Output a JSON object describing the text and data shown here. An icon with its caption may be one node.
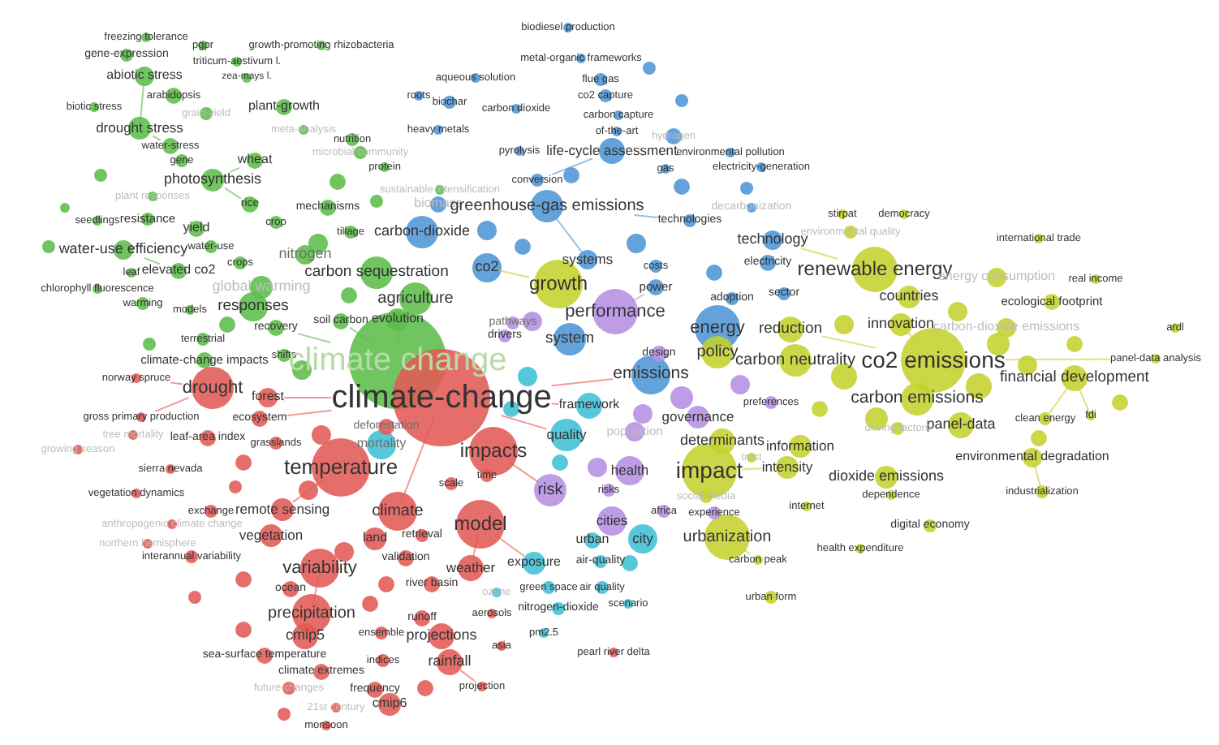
{
  "diagram": {
    "nodes": [
      {
        "text": [
          "biodiesel production"
        ]
      },
      {
        "text": [
          "freezing tolerance"
        ]
      },
      {
        "text": [
          "pgpr"
        ]
      },
      {
        "text": [
          "growth-promoting rhizobacteria"
        ]
      },
      {
        "text": [
          "gene-expression"
        ]
      },
      {
        "text": [
          "metal-organic frameworks"
        ]
      },
      {
        "text": [
          "triticum-aestivum l."
        ]
      },
      {
        "text": [
          "abiotic stress"
        ]
      },
      {
        "text": [
          "zea-mays l."
        ]
      },
      {
        "text": [
          "aqueous solution"
        ]
      },
      {
        "text": [
          "flue gas"
        ]
      },
      {
        "text": [
          "roots"
        ]
      },
      {
        "text": [
          "arabidopsis"
        ]
      },
      {
        "text": [
          "co2 capture"
        ]
      },
      {
        "text": [
          "biochar"
        ]
      },
      {
        "text": [
          "biotic stress"
        ]
      },
      {
        "text": [
          "plant-growth"
        ]
      },
      {
        "text": [
          "carbon dioxide"
        ]
      },
      {
        "text": [
          "grain-yield"
        ]
      },
      {
        "text": [
          "carbon capture"
        ]
      },
      {
        "text": [
          "drought stress"
        ]
      },
      {
        "text": [
          "meta-analysis"
        ]
      },
      {
        "text": [
          "heavy metals"
        ]
      },
      {
        "text": [
          "of-the-art"
        ]
      },
      {
        "text": [
          "hydrogen"
        ]
      },
      {
        "text": [
          "nutrition"
        ]
      },
      {
        "text": [
          "water-stress"
        ]
      },
      {
        "text": [
          "pyrolysis"
        ]
      },
      {
        "text": [
          "life-cycle assessment"
        ]
      },
      {
        "text": [
          "environmental pollution"
        ]
      },
      {
        "text": [
          "microbial community"
        ]
      },
      {
        "text": [
          "gene"
        ]
      },
      {
        "text": [
          "wheat"
        ]
      },
      {
        "text": [
          "protein"
        ]
      },
      {
        "text": [
          "electricity-generation"
        ]
      },
      {
        "text": [
          "gas"
        ]
      },
      {
        "text": [
          "photosynthesis"
        ]
      },
      {
        "text": [
          "conversion"
        ]
      },
      {
        "text": [
          "sustainable intensification"
        ]
      },
      {
        "text": [
          "plant responses"
        ]
      },
      {
        "text": [
          "biomass"
        ]
      },
      {
        "text": [
          "rice"
        ]
      },
      {
        "text": [
          "greenhouse-gas emissions"
        ]
      },
      {
        "text": [
          "mechanisms"
        ]
      },
      {
        "text": [
          "decarbonization"
        ]
      },
      {
        "text": [
          "stirpat"
        ]
      },
      {
        "text": [
          "democracy"
        ]
      },
      {
        "text": [
          "seedlings"
        ]
      },
      {
        "text": [
          "resistance"
        ]
      },
      {
        "text": [
          "technologies"
        ]
      },
      {
        "text": [
          "crop"
        ]
      },
      {
        "text": [
          "yield"
        ]
      },
      {
        "text": [
          "tillage"
        ]
      },
      {
        "text": [
          "carbon-dioxide"
        ]
      },
      {
        "text": [
          "environmental quality"
        ]
      },
      {
        "text": [
          "international trade"
        ]
      },
      {
        "text": [
          "technology"
        ]
      },
      {
        "text": [
          "water-use efficiency"
        ]
      },
      {
        "text": [
          "water-use"
        ]
      },
      {
        "text": [
          "nitrogen"
        ]
      },
      {
        "text": [
          "systems"
        ]
      },
      {
        "text": [
          "crops"
        ]
      },
      {
        "text": [
          "electricity"
        ]
      },
      {
        "text": [
          "costs"
        ]
      },
      {
        "text": [
          "co2"
        ]
      },
      {
        "text": [
          "renewable energy"
        ]
      },
      {
        "text": [
          "leaf"
        ]
      },
      {
        "text": [
          "elevated co2"
        ]
      },
      {
        "text": [
          "carbon sequestration"
        ]
      },
      {
        "text": [
          "energy consumption"
        ]
      },
      {
        "text": [
          "real income"
        ]
      },
      {
        "text": [
          "growth"
        ]
      },
      {
        "text": [
          "power"
        ]
      },
      {
        "text": [
          "global warming"
        ]
      },
      {
        "text": [
          "chlorophyll fluorescence"
        ]
      },
      {
        "text": [
          "sector"
        ]
      },
      {
        "text": [
          "countries"
        ]
      },
      {
        "text": [
          "agriculture"
        ]
      },
      {
        "text": [
          "adoption"
        ]
      },
      {
        "text": [
          "ecological footprint"
        ]
      },
      {
        "text": [
          "warming"
        ]
      },
      {
        "text": [
          "models"
        ]
      },
      {
        "text": [
          "responses"
        ]
      },
      {
        "text": [
          "performance"
        ]
      },
      {
        "text": [
          "evolution"
        ]
      },
      {
        "text": [
          "soil carbon"
        ]
      },
      {
        "text": [
          "pathways"
        ]
      },
      {
        "text": [
          "innovation"
        ]
      },
      {
        "text": [
          "carbon-dioxide emissions"
        ]
      },
      {
        "text": [
          "ardl"
        ]
      },
      {
        "text": [
          "recovery"
        ]
      },
      {
        "text": [
          "energy"
        ]
      },
      {
        "text": [
          "reduction"
        ]
      },
      {
        "text": [
          "drivers"
        ]
      },
      {
        "text": [
          "system"
        ]
      },
      {
        "text": [
          "terrestrial"
        ]
      },
      {
        "text": [
          "policy"
        ]
      },
      {
        "text": [
          "design"
        ]
      },
      {
        "text": [
          "shifts"
        ]
      },
      {
        "text": [
          "climate-change impacts"
        ]
      },
      {
        "text": [
          "climate change"
        ]
      },
      {
        "text": [
          "co2 emissions"
        ]
      },
      {
        "text": [
          "panel-data analysis"
        ]
      },
      {
        "text": [
          "carbon neutrality"
        ]
      },
      {
        "text": [
          "emissions"
        ]
      },
      {
        "text": [
          "norway spruce"
        ]
      },
      {
        "text": [
          "financial development"
        ]
      },
      {
        "text": [
          "drought"
        ]
      },
      {
        "text": [
          "forest"
        ]
      },
      {
        "text": [
          "climate-change"
        ]
      },
      {
        "text": [
          "carbon emissions"
        ]
      },
      {
        "text": [
          "preferences"
        ]
      },
      {
        "text": [
          "framework"
        ]
      },
      {
        "text": [
          "clean energy"
        ]
      },
      {
        "text": [
          "fdi"
        ]
      },
      {
        "text": [
          "gross primary production"
        ]
      },
      {
        "text": [
          "ecosystem"
        ]
      },
      {
        "text": [
          "governance"
        ]
      },
      {
        "text": [
          "panel-data"
        ]
      },
      {
        "text": [
          "deforestation"
        ]
      },
      {
        "text": [
          "driving factors"
        ]
      },
      {
        "text": [
          "population"
        ]
      },
      {
        "text": [
          "tree mortality"
        ]
      },
      {
        "text": [
          "quality"
        ]
      },
      {
        "text": [
          "leaf-area index"
        ]
      },
      {
        "text": [
          "determinants"
        ]
      },
      {
        "text": [
          "grasslands"
        ]
      },
      {
        "text": [
          "mortality"
        ]
      },
      {
        "text": [
          "information"
        ]
      },
      {
        "text": [
          "growing season"
        ]
      },
      {
        "text": [
          "impacts"
        ]
      },
      {
        "text": [
          "trust"
        ]
      },
      {
        "text": [
          "environmental degradation"
        ]
      },
      {
        "text": [
          "temperature"
        ]
      },
      {
        "text": [
          "intensity"
        ]
      },
      {
        "text": [
          "sierra nevada"
        ]
      },
      {
        "text": [
          "impact"
        ]
      },
      {
        "text": [
          "health"
        ]
      },
      {
        "text": [
          "time"
        ]
      },
      {
        "text": [
          "dioxide emissions"
        ]
      },
      {
        "text": [
          "scale"
        ]
      },
      {
        "text": [
          "risk"
        ]
      },
      {
        "text": [
          "risks"
        ]
      },
      {
        "text": [
          "industrialization"
        ]
      },
      {
        "text": [
          "vegetation dynamics"
        ]
      },
      {
        "text": [
          "dependence"
        ]
      },
      {
        "text": [
          "social media"
        ]
      },
      {
        "text": [
          "internet"
        ]
      },
      {
        "text": [
          "exchange"
        ]
      },
      {
        "text": [
          "remote sensing"
        ]
      },
      {
        "text": [
          "climate"
        ]
      },
      {
        "text": [
          "africa"
        ]
      },
      {
        "text": [
          "experience"
        ]
      },
      {
        "text": [
          "cities"
        ]
      },
      {
        "text": [
          "model"
        ]
      },
      {
        "text": [
          "anthropogenic climate change"
        ]
      },
      {
        "text": [
          "digital economy"
        ]
      },
      {
        "text": [
          "vegetation"
        ]
      },
      {
        "text": [
          "retrieval"
        ]
      },
      {
        "text": [
          "land"
        ]
      },
      {
        "text": [
          "city"
        ]
      },
      {
        "text": [
          "urban"
        ]
      },
      {
        "text": [
          "urbanization"
        ]
      },
      {
        "text": [
          "northern hemisphere"
        ]
      },
      {
        "text": [
          "health expenditure"
        ]
      },
      {
        "text": [
          "interannual variability"
        ]
      },
      {
        "text": [
          "validation"
        ]
      },
      {
        "text": [
          "carbon peak"
        ]
      },
      {
        "text": [
          "exposure"
        ]
      },
      {
        "text": [
          "air-quality"
        ]
      },
      {
        "text": [
          "weather"
        ]
      },
      {
        "text": [
          "variability"
        ]
      },
      {
        "text": [
          "river basin"
        ]
      },
      {
        "text": [
          "green space"
        ]
      },
      {
        "text": [
          "air quality"
        ]
      },
      {
        "text": [
          "ocean"
        ]
      },
      {
        "text": [
          "ozone"
        ]
      },
      {
        "text": [
          "urban form"
        ]
      },
      {
        "text": [
          "scenario"
        ]
      },
      {
        "text": [
          "nitrogen-dioxide"
        ]
      },
      {
        "text": [
          "precipitation"
        ]
      },
      {
        "text": [
          "aerosols"
        ]
      },
      {
        "text": [
          "runoff"
        ]
      },
      {
        "text": [
          "ensemble"
        ]
      },
      {
        "text": [
          "pm2.5"
        ]
      },
      {
        "text": [
          "cmip5"
        ]
      },
      {
        "text": [
          "projections"
        ]
      },
      {
        "text": [
          "asia"
        ]
      },
      {
        "text": [
          "pearl river delta"
        ]
      },
      {
        "text": [
          "sea-surface temperature"
        ]
      },
      {
        "text": [
          "indices"
        ]
      },
      {
        "text": [
          "rainfall"
        ]
      },
      {
        "text": [
          "climate extremes"
        ]
      },
      {
        "text": [
          "projection"
        ]
      },
      {
        "text": [
          "future changes"
        ]
      },
      {
        "text": [
          "frequency"
        ]
      },
      {
        "text": [
          "cmip6"
        ]
      },
      {
        "text": [
          "21st century"
        ]
      },
      {
        "text": [
          "monsoon"
        ]
      },
      {
        "text": [],
        "shape": "circle"
      },
      {
        "text": [],
        "shape": "circle"
      },
      {
        "text": [],
        "shape": "circle"
      },
      {
        "text": [],
        "shape": "circle"
      },
      {
        "text": [],
        "shape": "circle"
      },
      {
        "text": [],
        "shape": "circle"
      },
      {
        "text": [],
        "shape": "circle"
      },
      {
        "text": [],
        "shape": "circle"
      },
      {
        "text": [],
        "shape": "circle"
      },
      {
        "text": [],
        "shape": "circle"
      },
      {
        "text": [],
        "shape": "circle"
      },
      {
        "text": [],
        "shape": "circle"
      },
      {
        "text": [],
        "shape": "circle"
      },
      {
        "text": [],
        "shape": "circle"
      },
      {
        "text": [],
        "shape": "circle"
      },
      {
        "text": [],
        "shape": "circle"
      },
      {
        "text": [],
        "shape": "circle"
      },
      {
        "text": [],
        "shape": "circle"
      },
      {
        "text": [],
        "shape": "circle"
      },
      {
        "text": [],
        "shape": "circle"
      },
      {
        "text": [],
        "shape": "circle"
      },
      {
        "text": [],
        "shape": "circle"
      },
      {
        "text": [],
        "shape": "circle"
      },
      {
        "text": [],
        "shape": "circle"
      },
      {
        "text": [],
        "shape": "circle"
      },
      {
        "text": [],
        "shape": "circle"
      },
      {
        "text": [],
        "shape": "circle"
      },
      {
        "text": [],
        "shape": "circle"
      },
      {
        "text": [],
        "shape": "circle"
      },
      {
        "text": [],
        "shape": "circle"
      },
      {
        "text": [],
        "shape": "circle"
      },
      {
        "text": [],
        "shape": "circle"
      },
      {
        "text": [],
        "shape": "circle"
      },
      {
        "text": [],
        "shape": "circle"
      },
      {
        "text": [],
        "shape": "circle"
      },
      {
        "text": [],
        "shape": "circle"
      },
      {
        "text": [],
        "shape": "circle"
      },
      {
        "text": [],
        "shape": "circle"
      },
      {
        "text": [],
        "shape": "circle"
      },
      {
        "text": [],
        "shape": "circle"
      },
      {
        "text": [],
        "shape": "circle"
      },
      {
        "text": [],
        "shape": "circle"
      },
      {
        "text": [],
        "shape": "circle"
      },
      {
        "text": [],
        "shape": "circle"
      },
      {
        "text": [],
        "shape": "circle"
      },
      {
        "text": [],
        "shape": "circle"
      },
      {
        "text": [],
        "shape": "circle"
      },
      {
        "text": [],
        "shape": "circle"
      },
      {
        "text": [],
        "shape": "circle"
      },
      {
        "text": [],
        "shape": "circle"
      },
      {
        "text": [],
        "shape": "circle"
      }
    ],
    "edges": [
      {
        "from": 109,
        "to": 123,
        "arrow": "none"
      },
      {
        "from": 109,
        "to": 104,
        "arrow": "none"
      },
      {
        "from": 109,
        "to": 150,
        "arrow": "none"
      },
      {
        "from": 109,
        "to": 112,
        "arrow": "none"
      },
      {
        "from": 109,
        "to": 108,
        "arrow": "none"
      },
      {
        "from": 109,
        "to": 116,
        "arrow": "none"
      },
      {
        "from": 154,
        "to": 170,
        "arrow": "none"
      },
      {
        "from": 154,
        "to": 168,
        "arrow": "none"
      },
      {
        "from": 130,
        "to": 141,
        "arrow": "none"
      },
      {
        "from": 133,
        "to": 149,
        "arrow": "none"
      },
      {
        "from": 171,
        "to": 180,
        "arrow": "none"
      },
      {
        "from": 191,
        "to": 193,
        "arrow": "none"
      },
      {
        "from": 107,
        "to": 115,
        "arrow": "none"
      },
      {
        "from": 107,
        "to": 105,
        "arrow": "none"
      },
      {
        "from": 101,
        "to": 102,
        "arrow": "none",
        "color": "#c4d12e"
      },
      {
        "from": 101,
        "to": 87,
        "arrow": "none",
        "color": "#c4d12e"
      },
      {
        "from": 101,
        "to": 110,
        "arrow": "none",
        "color": "#c4d12e"
      },
      {
        "from": 101,
        "to": 92,
        "arrow": "none",
        "color": "#c4d12e"
      },
      {
        "from": 106,
        "to": 113,
        "arrow": "none",
        "color": "#c4d12e"
      },
      {
        "from": 106,
        "to": 114,
        "arrow": "none",
        "color": "#c4d12e"
      },
      {
        "from": 132,
        "to": 143,
        "arrow": "none",
        "color": "#c4d12e"
      },
      {
        "from": 162,
        "to": 167,
        "arrow": "none",
        "color": "#c4d12e"
      },
      {
        "from": 136,
        "to": 134,
        "arrow": "none",
        "color": "#c4d12e"
      },
      {
        "from": 65,
        "to": 56,
        "arrow": "none",
        "color": "#c4d12e"
      },
      {
        "from": 71,
        "to": 64,
        "arrow": "none",
        "color": "#c4d12e"
      },
      {
        "from": 100,
        "to": 98,
        "arrow": "none",
        "color": "#5cbd4a"
      },
      {
        "from": 100,
        "to": 90,
        "arrow": "none",
        "color": "#5cbd4a"
      },
      {
        "from": 100,
        "to": 84,
        "arrow": "none",
        "color": "#5cbd4a"
      },
      {
        "from": 100,
        "to": 85,
        "arrow": "none",
        "color": "#5cbd4a"
      },
      {
        "from": 20,
        "to": 7,
        "arrow": "none",
        "color": "#5cbd4a"
      },
      {
        "from": 20,
        "to": 26,
        "arrow": "none",
        "color": "#5cbd4a"
      },
      {
        "from": 36,
        "to": 32,
        "arrow": "none",
        "color": "#5cbd4a"
      },
      {
        "from": 36,
        "to": 41,
        "arrow": "none",
        "color": "#5cbd4a"
      },
      {
        "from": 57,
        "to": 67,
        "arrow": "none",
        "color": "#5cbd4a"
      },
      {
        "from": 28,
        "to": 37,
        "arrow": "none",
        "color": "#4f95d6"
      },
      {
        "from": 42,
        "to": 49,
        "arrow": "none",
        "color": "#4f95d6"
      },
      {
        "from": 42,
        "to": 60,
        "arrow": "none",
        "color": "#4f95d6"
      },
      {
        "from": 83,
        "to": 72,
        "arrow": "none",
        "color": "#b690e2"
      }
    ]
  }
}
